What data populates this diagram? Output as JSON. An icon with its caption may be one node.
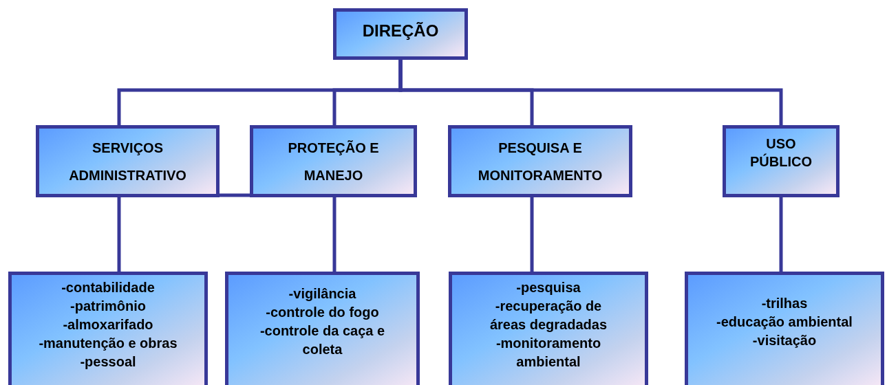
{
  "diagram": {
    "nodes": [
      {
        "text": [
          "DIREÇÃO"
        ]
      },
      {
        "text": [
          "SERVIÇOS ADMINISTRATIVO"
        ]
      },
      {
        "text": [
          "PROTEÇÃO E MANEJO"
        ]
      },
      {
        "text": [
          "PESQUISA E MONITORAMENTO"
        ]
      },
      {
        "text": [
          "USO PÚBLICO"
        ]
      },
      {
        "text": [
          "-contabilidade",
          "-patrimônio",
          "-almoxarifado",
          "-manutenção e obras",
          "-pessoal"
        ]
      },
      {
        "text": [
          "-vigilância",
          "-controle do fogo",
          "-controle da caça e coleta"
        ]
      },
      {
        "text": [
          "-pesquisa",
          "-recuperação de áreas degradadas",
          "-monitoramento ambiental"
        ]
      },
      {
        "text": [
          "-trilhas",
          "-educação ambiental",
          "-visitação"
        ]
      }
    ],
    "edges": [
      {
        "from": 0,
        "to": 1,
        "arrow": "none"
      },
      {
        "from": 0,
        "to": 2,
        "arrow": "none"
      },
      {
        "from": 0,
        "to": 3,
        "arrow": "none"
      },
      {
        "from": 0,
        "to": 4,
        "arrow": "none"
      },
      {
        "from": 1,
        "to": 2,
        "arrow": "none"
      },
      {
        "from": 1,
        "to": 5,
        "arrow": "none"
      },
      {
        "from": 2,
        "to": 6,
        "arrow": "none"
      },
      {
        "from": 3,
        "to": 7,
        "arrow": "none"
      },
      {
        "from": 4,
        "to": 8,
        "arrow": "none"
      }
    ]
  }
}
